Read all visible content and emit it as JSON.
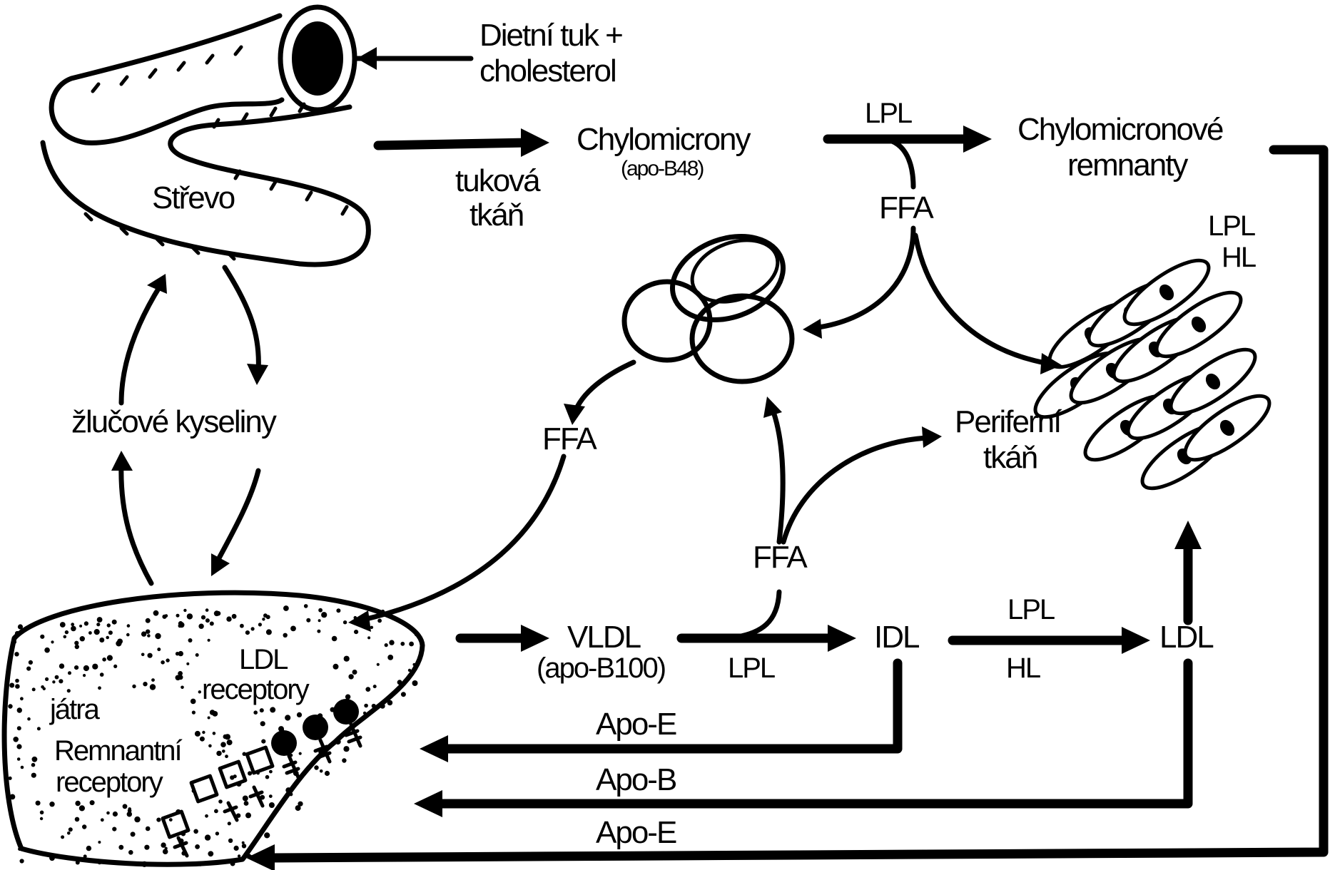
{
  "labels": {
    "diet_line1": "Dietní tuk +",
    "diet_line2": "cholesterol",
    "intestine": "Střevo",
    "chylo": "Chylomicrony",
    "chylo_apo": "(apo-B48)",
    "adipose_line1": "tuková",
    "adipose_line2": "tkáň",
    "lpl_top": "LPL",
    "remnant_line1": "Chylomicronové",
    "remnant_line2": "remnanty",
    "ffa_top": "FFA",
    "lpl_right": "LPL",
    "hl_right": "HL",
    "bile": "žlučové kyseliny",
    "ffa_left": "FFA",
    "periph_line1": "Periferní",
    "periph_line2": "tkáň",
    "ffa_mid": "FFA",
    "vldl": "VLDL",
    "vldl_apo": "(apo-B100)",
    "lpl_vldl": "LPL",
    "idl": "IDL",
    "lpl_idl": "LPL",
    "hl_idl": "HL",
    "ldl": "LDL",
    "ldl_rec_line1": "LDL",
    "ldl_rec_line2": "receptory",
    "liver": "játra",
    "remrec_line1": "Remnantní",
    "remrec_line2": "receptory",
    "apoe_1": "Apo-E",
    "apob": "Apo-B",
    "apoe_2": "Apo-E"
  }
}
